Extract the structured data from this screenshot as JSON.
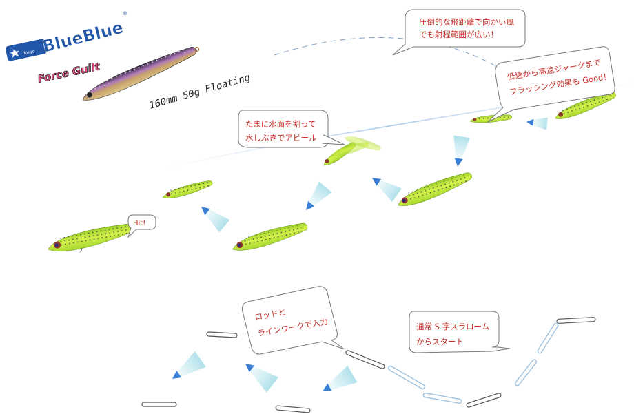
{
  "brand": {
    "logo_text": "BlueBlue",
    "registered_mark": "®",
    "small_text": "Tokyo",
    "product_name": "Force Guilt",
    "spec": "160mm 50g Floating"
  },
  "bubbles": {
    "casting": [
      "圧倒的な飛距離で向かい風",
      "でも射程範囲が広い！"
    ],
    "jerk": [
      "低速から高速ジャークまで",
      "フラッシング効果も Good！"
    ],
    "splash": [
      "たまに水面を割って",
      "水しぶきでアピール"
    ],
    "hit": "Hit!",
    "rod": [
      "ロッドと",
      "ラインワークで入力"
    ],
    "slalom": [
      "通常 S 字スラローム",
      "からスタート"
    ]
  },
  "colors": {
    "bubble_text": "#c6312a",
    "arrow_blue": "#3a7fd6",
    "lure_green": "#b8e63a",
    "lure_pink": "#b07ab8"
  }
}
